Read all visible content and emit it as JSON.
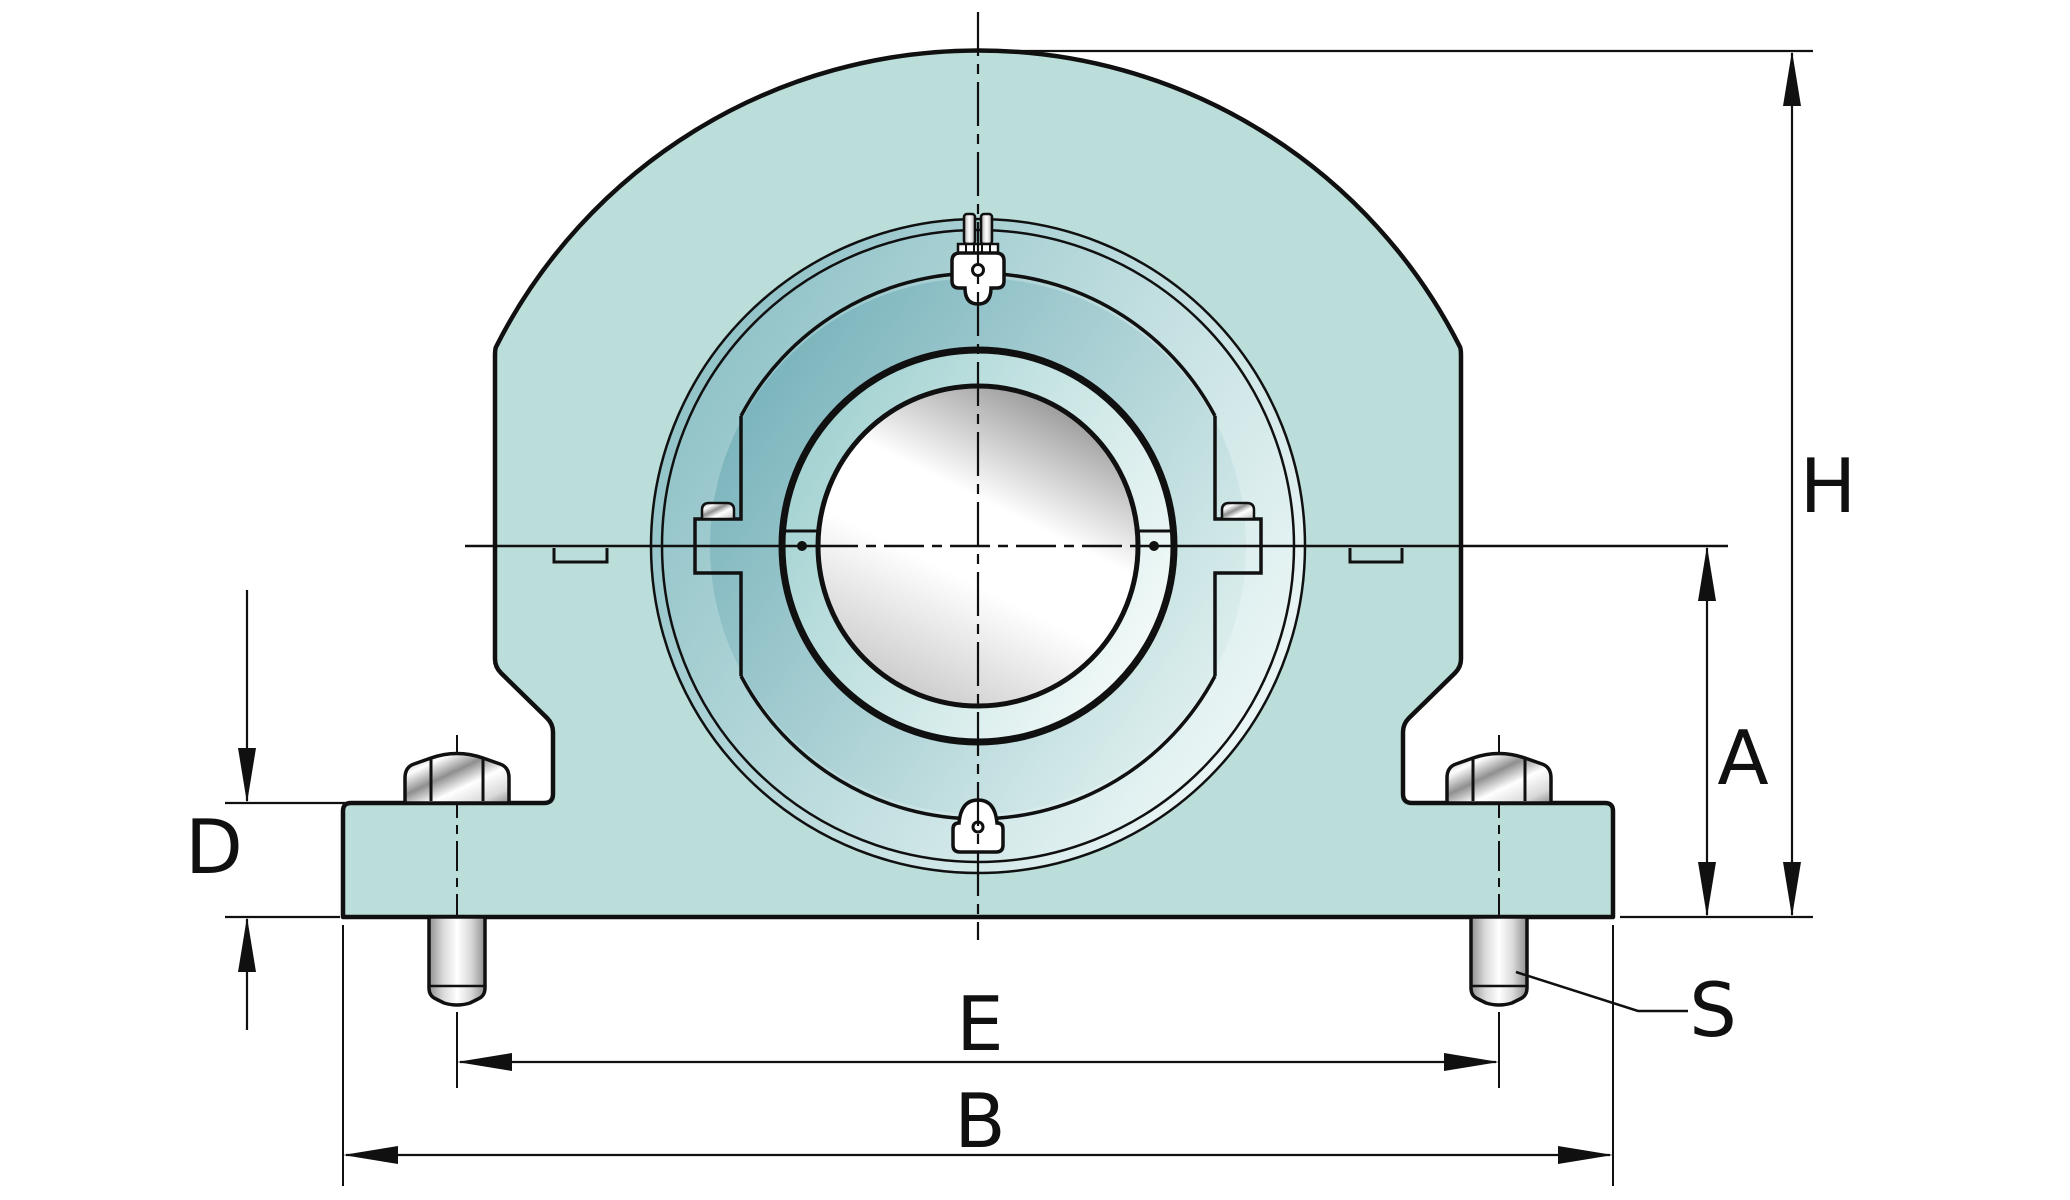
{
  "drawing": {
    "kind": "pillow-block-bearing-unit-front-view-dimension-drawing",
    "labels": {
      "H": "H",
      "A": "A",
      "D": "D",
      "E": "E",
      "B": "B",
      "S": "S"
    }
  },
  "colors": {
    "outline": "#101010",
    "body-teal": "#bcdeda",
    "band-outer-dark": "#8abfc4",
    "band-outer-light": "#f2faf9",
    "band-mid-dark": "#72afb8",
    "band-mid-light": "#e6f4f2",
    "band-inner-dark": "#9ed0cf",
    "band-inner-light": "#f7fcfb",
    "bore-dark": "#8d8d8d",
    "bore-light": "#ffffff",
    "bore-end": "#c6c6c6",
    "metal-dark": "#8f8f8f",
    "metal-mid": "#d9d9d9",
    "metal-light": "#ffffff"
  }
}
